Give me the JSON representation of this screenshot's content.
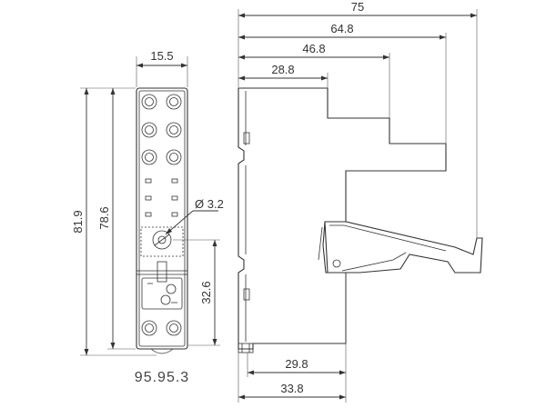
{
  "model_number": "95.95.3",
  "front_view": {
    "width": "15.5",
    "height_total": "81.9",
    "height_body": "78.6",
    "hole_diameter": "Ø 3.2",
    "hole_to_base": "32.6"
  },
  "side_view": {
    "depth_total": "75",
    "depth_clip": "64.8",
    "depth_step2": "46.8",
    "depth_step1": "28.8",
    "rail_depth_a": "29.8",
    "rail_depth_b": "33.8"
  },
  "colors": {
    "line": "#333333",
    "background": "#ffffff"
  }
}
